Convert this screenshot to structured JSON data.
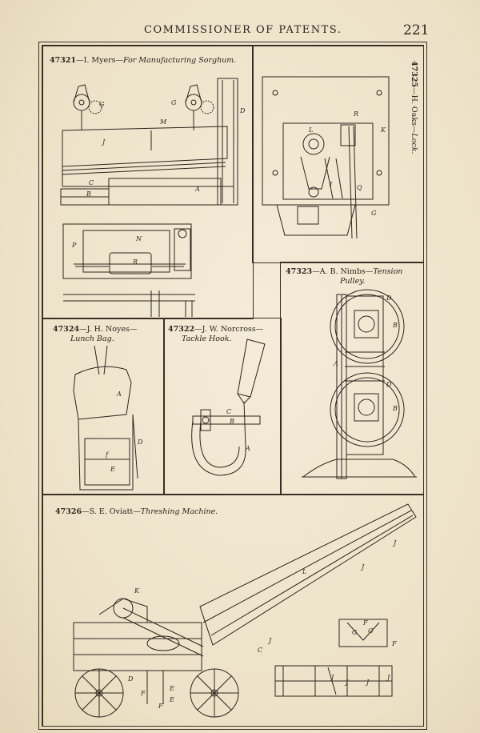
{
  "header": {
    "running_head": "COMMISSIONER OF PATENTS.",
    "page_number": "221"
  },
  "patents": {
    "p47321": {
      "number": "47321",
      "inventor": "—I. Myers—",
      "title": "For Manufacturing Sorghum."
    },
    "p47325": {
      "number": "47325",
      "inventor": "—H. Oaks—",
      "title": "Lock."
    },
    "p47323": {
      "number": "47323",
      "inventor": "—A. B. Nimbs—",
      "title_line1": "Tension",
      "title_line2": "Pulley."
    },
    "p47324": {
      "number": "47324",
      "inventor": "—J. H. Noyes—",
      "title": "Lunch Bag."
    },
    "p47322": {
      "number": "47322",
      "inventor": "—J. W. Norcross—",
      "title": "Tackle Hook."
    },
    "p47326": {
      "number": "47326",
      "inventor": "—S. E. Oviatt—",
      "title": "Threshing Machine."
    }
  },
  "figure_letters": {
    "sorghum": [
      "G",
      "G",
      "M",
      "D",
      "J",
      "C",
      "B",
      "A",
      "P",
      "N",
      "R"
    ],
    "lock": [
      "K",
      "R",
      "L",
      "I",
      "Q",
      "G"
    ],
    "pulley": [
      "D",
      "B",
      "A",
      "D",
      "B"
    ],
    "bag": [
      "A",
      "D",
      "f",
      "E"
    ],
    "hook": [
      "C",
      "B",
      "A"
    ],
    "thresher": [
      "J",
      "J",
      "L",
      "K",
      "J",
      "C",
      "G",
      "G",
      "F",
      "F",
      "D",
      "F",
      "E",
      "E",
      "F",
      "J",
      "J",
      "J",
      "J"
    ]
  },
  "colors": {
    "paper": "#efe5cf",
    "ink": "#2b241c"
  }
}
